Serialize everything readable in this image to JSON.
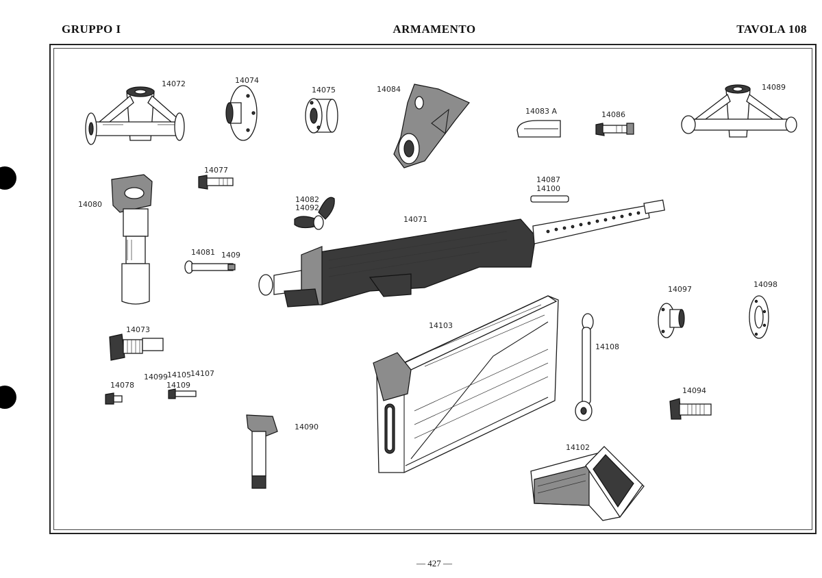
{
  "header": {
    "left": "GRUPPO I",
    "center": "ARMAMENTO",
    "right": "TAVOLA 108"
  },
  "page_number": "— 427 —",
  "parts": [
    {
      "id": "p14072",
      "label": "14072"
    },
    {
      "id": "p14074",
      "label": "14074"
    },
    {
      "id": "p14075",
      "label": "14075"
    },
    {
      "id": "p14084",
      "label": "14084"
    },
    {
      "id": "p14083A",
      "label": "14083 A"
    },
    {
      "id": "p14086",
      "label": "14086"
    },
    {
      "id": "p14089",
      "label": "14089"
    },
    {
      "id": "p14077",
      "label": "14077"
    },
    {
      "id": "p14080",
      "label": "14080"
    },
    {
      "id": "p14082",
      "label": "14082"
    },
    {
      "id": "p14092",
      "label": "14092"
    },
    {
      "id": "p14087",
      "label": "14087"
    },
    {
      "id": "p14100",
      "label": "14100"
    },
    {
      "id": "p14071",
      "label": "14071"
    },
    {
      "id": "p14081",
      "label": "14081"
    },
    {
      "id": "p1409",
      "label": "1409"
    },
    {
      "id": "p14097",
      "label": "14097"
    },
    {
      "id": "p14098",
      "label": "14098"
    },
    {
      "id": "p14073",
      "label": "14073"
    },
    {
      "id": "p14103",
      "label": "14103"
    },
    {
      "id": "p14108",
      "label": "14108"
    },
    {
      "id": "p14078",
      "label": "14078"
    },
    {
      "id": "p14099",
      "label": "14099"
    },
    {
      "id": "p14105",
      "label": "14105"
    },
    {
      "id": "p14107",
      "label": "14107"
    },
    {
      "id": "p14109",
      "label": "14109"
    },
    {
      "id": "p14094",
      "label": "14094"
    },
    {
      "id": "p14090",
      "label": "14090"
    },
    {
      "id": "p14102",
      "label": "14102"
    }
  ]
}
